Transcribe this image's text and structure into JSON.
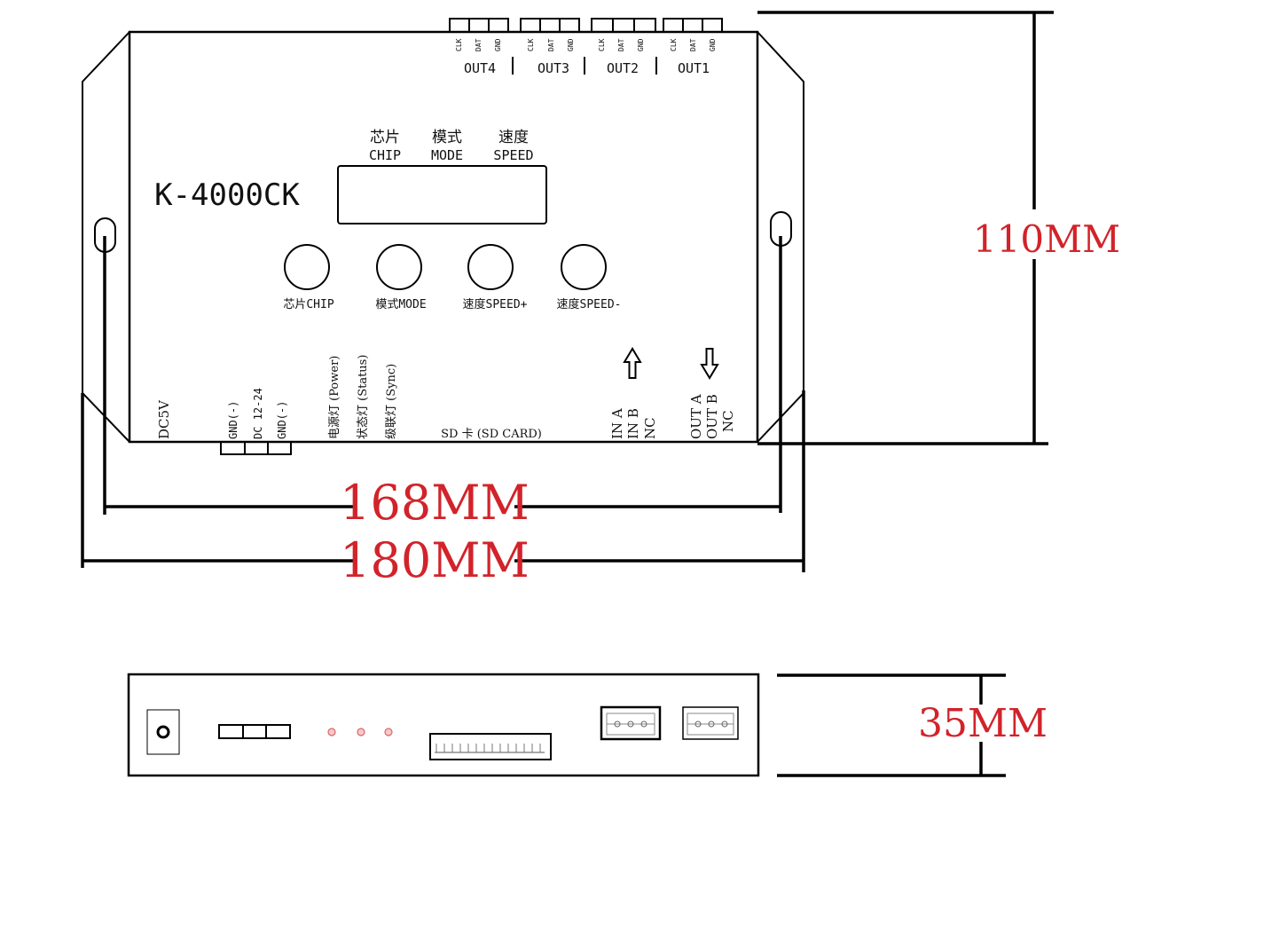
{
  "device": {
    "model": "K-4000CK",
    "outputs": [
      {
        "label": "OUT4",
        "pins": [
          "CLK",
          "DAT",
          "GND"
        ]
      },
      {
        "label": "OUT3",
        "pins": [
          "CLK",
          "DAT",
          "GND"
        ]
      },
      {
        "label": "OUT2",
        "pins": [
          "CLK",
          "DAT",
          "GND"
        ]
      },
      {
        "label": "OUT1",
        "pins": [
          "CLK",
          "DAT",
          "GND"
        ]
      }
    ],
    "display_headers": [
      {
        "cn": "芯片",
        "en": "CHIP"
      },
      {
        "cn": "模式",
        "en": "MODE"
      },
      {
        "cn": "速度",
        "en": "SPEED"
      }
    ],
    "buttons": [
      "芯片CHIP",
      "模式MODE",
      "速度SPEED+",
      "速度SPEED-"
    ],
    "bottom_labels": {
      "dc5v": "DC5V",
      "power_pins": [
        "GND(-)",
        "DC 12-24",
        "GND(-)"
      ],
      "leds": [
        "电源灯 (Power)",
        "状态灯 (Status)",
        "级联灯 (Sync)"
      ],
      "sd_card": "SD 卡 (SD CARD)",
      "in_pins": [
        "IN A",
        "IN B",
        "NC"
      ],
      "out_pins": [
        "OUT A",
        "OUT B",
        "NC"
      ]
    }
  },
  "dimensions": {
    "height": "110MM",
    "inner_width": "168MM",
    "outer_width": "180MM",
    "depth": "35MM"
  },
  "colors": {
    "dimension_text": "#d2232a",
    "line": "#000000"
  }
}
